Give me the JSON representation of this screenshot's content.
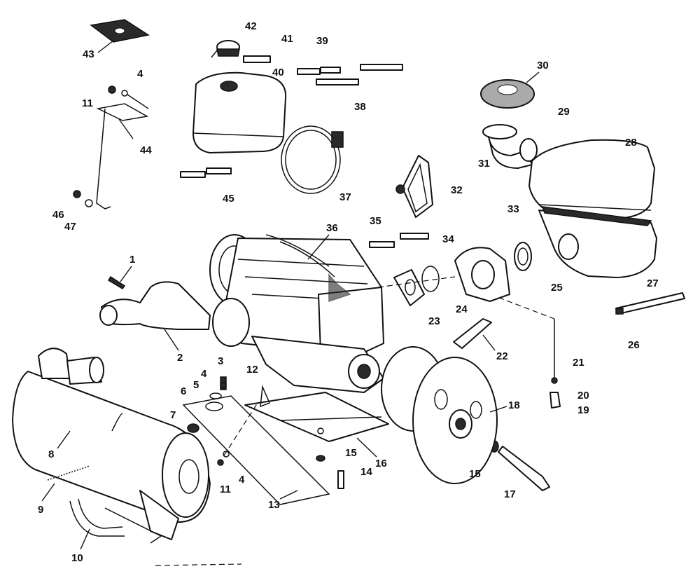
{
  "callouts": {
    "c1": "1",
    "c2": "2",
    "c3": "3",
    "c4a": "4",
    "c4b": "4",
    "c4c": "4",
    "c5": "5",
    "c6": "6",
    "c7": "7",
    "c8": "8",
    "c9": "9",
    "c10": "10",
    "c11a": "11",
    "c11b": "11",
    "c12": "12",
    "c13": "13",
    "c14": "14",
    "c15a": "15",
    "c15b": "15",
    "c16": "16",
    "c17": "17",
    "c18": "18",
    "c19": "19",
    "c20": "20",
    "c21": "21",
    "c22": "22",
    "c23": "23",
    "c24": "24",
    "c25": "25",
    "c26": "26",
    "c27": "27",
    "c28": "28",
    "c29": "29",
    "c30": "30",
    "c31": "31",
    "c32": "32",
    "c33": "33",
    "c34": "34",
    "c35": "35",
    "c36": "36",
    "c37": "37",
    "c38": "38",
    "c39": "39",
    "c40": "40",
    "c41": "41",
    "c42": "42",
    "c43": "43",
    "c44": "44",
    "c45": "45",
    "c46": "46",
    "c47": "47"
  },
  "icons": {
    "engine": "engine-block-icon",
    "muffler": "muffler-icon",
    "fuel_tank": "fuel-tank-icon",
    "air_silencer": "air-silencer-icon",
    "pulley": "drive-pulley-icon"
  }
}
